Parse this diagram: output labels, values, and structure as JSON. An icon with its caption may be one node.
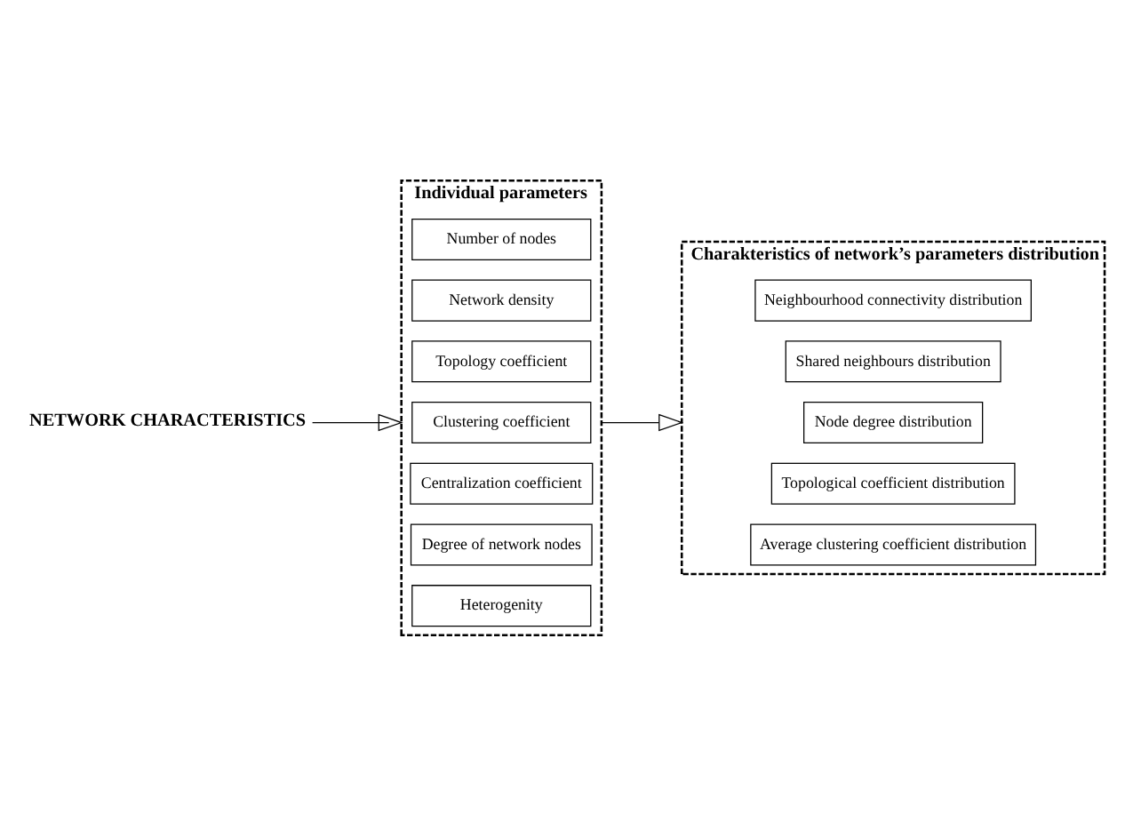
{
  "diagram": {
    "nodes": [
      {
        "text": [
          "NETWORK CHARACTERISTICS"
        ]
      },
      {
        "text": [
          "Individual parameters"
        ]
      },
      {
        "text": [
          "Number of nodes"
        ],
        "in": 1
      },
      {
        "text": [
          "Network density"
        ],
        "in": 1
      },
      {
        "text": [
          "Topology coefficient"
        ],
        "in": 1
      },
      {
        "text": [
          "Clustering coefficient"
        ],
        "in": 1
      },
      {
        "text": [
          "Centralization coefficient"
        ],
        "in": 1
      },
      {
        "text": [
          "Degree of network nodes"
        ],
        "in": 1
      },
      {
        "text": [
          "Heterogenity"
        ],
        "in": 1
      },
      {
        "text": [
          "Charakteristics of network’s parameters distribution"
        ]
      },
      {
        "text": [
          "Neighbourhood connectivity distribution"
        ],
        "in": 9
      },
      {
        "text": [
          "Shared neighbours distribution"
        ],
        "in": 9
      },
      {
        "text": [
          "Node degree distribution"
        ],
        "in": 9
      },
      {
        "text": [
          "Topological coefficient distribution"
        ],
        "in": 9
      },
      {
        "text": [
          "Average clustering coefficient distribution"
        ],
        "in": 9
      }
    ],
    "edges": [
      {
        "from": 0,
        "to": 1,
        "arrow": "to"
      },
      {
        "from": 1,
        "to": 9,
        "arrow": "to"
      }
    ]
  }
}
